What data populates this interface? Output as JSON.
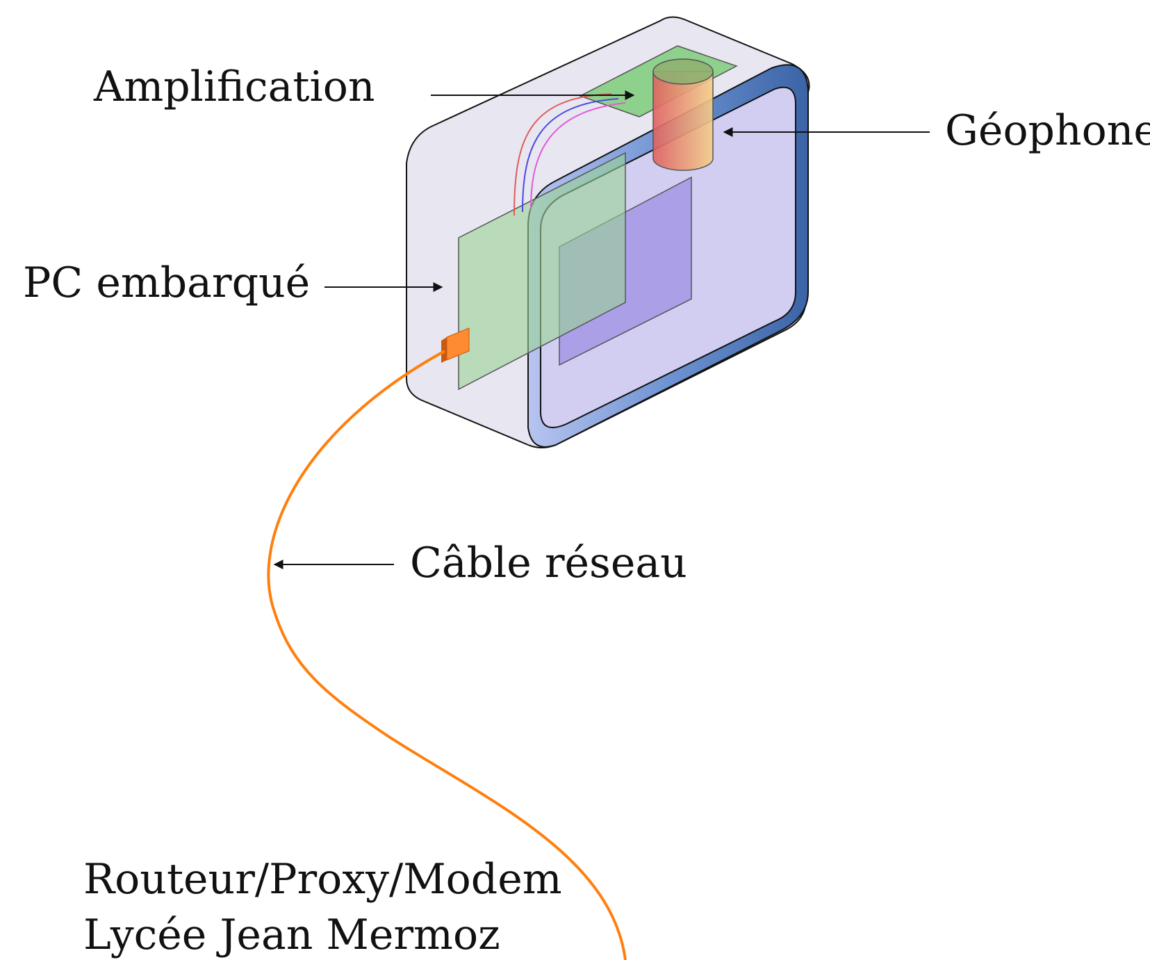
{
  "labels": {
    "amplification": "Amplification",
    "geophone": "Géophone",
    "pc": "PC embarqué",
    "cable": "Câble réseau",
    "router_line1": "Routeur/Proxy/Modem",
    "router_line2": "Lycée Jean Mermoz"
  },
  "colors": {
    "cable": "#ff7f0e",
    "enclosure_back": "#dcdaea",
    "enclosure_front": "#c9c6f0",
    "enclosure_rim": "#3f6aa8",
    "board": "#8fd08a",
    "geophone_red": "#e06060",
    "geophone_orange": "#f2c07a",
    "screen_purple": "#8a78e0"
  }
}
